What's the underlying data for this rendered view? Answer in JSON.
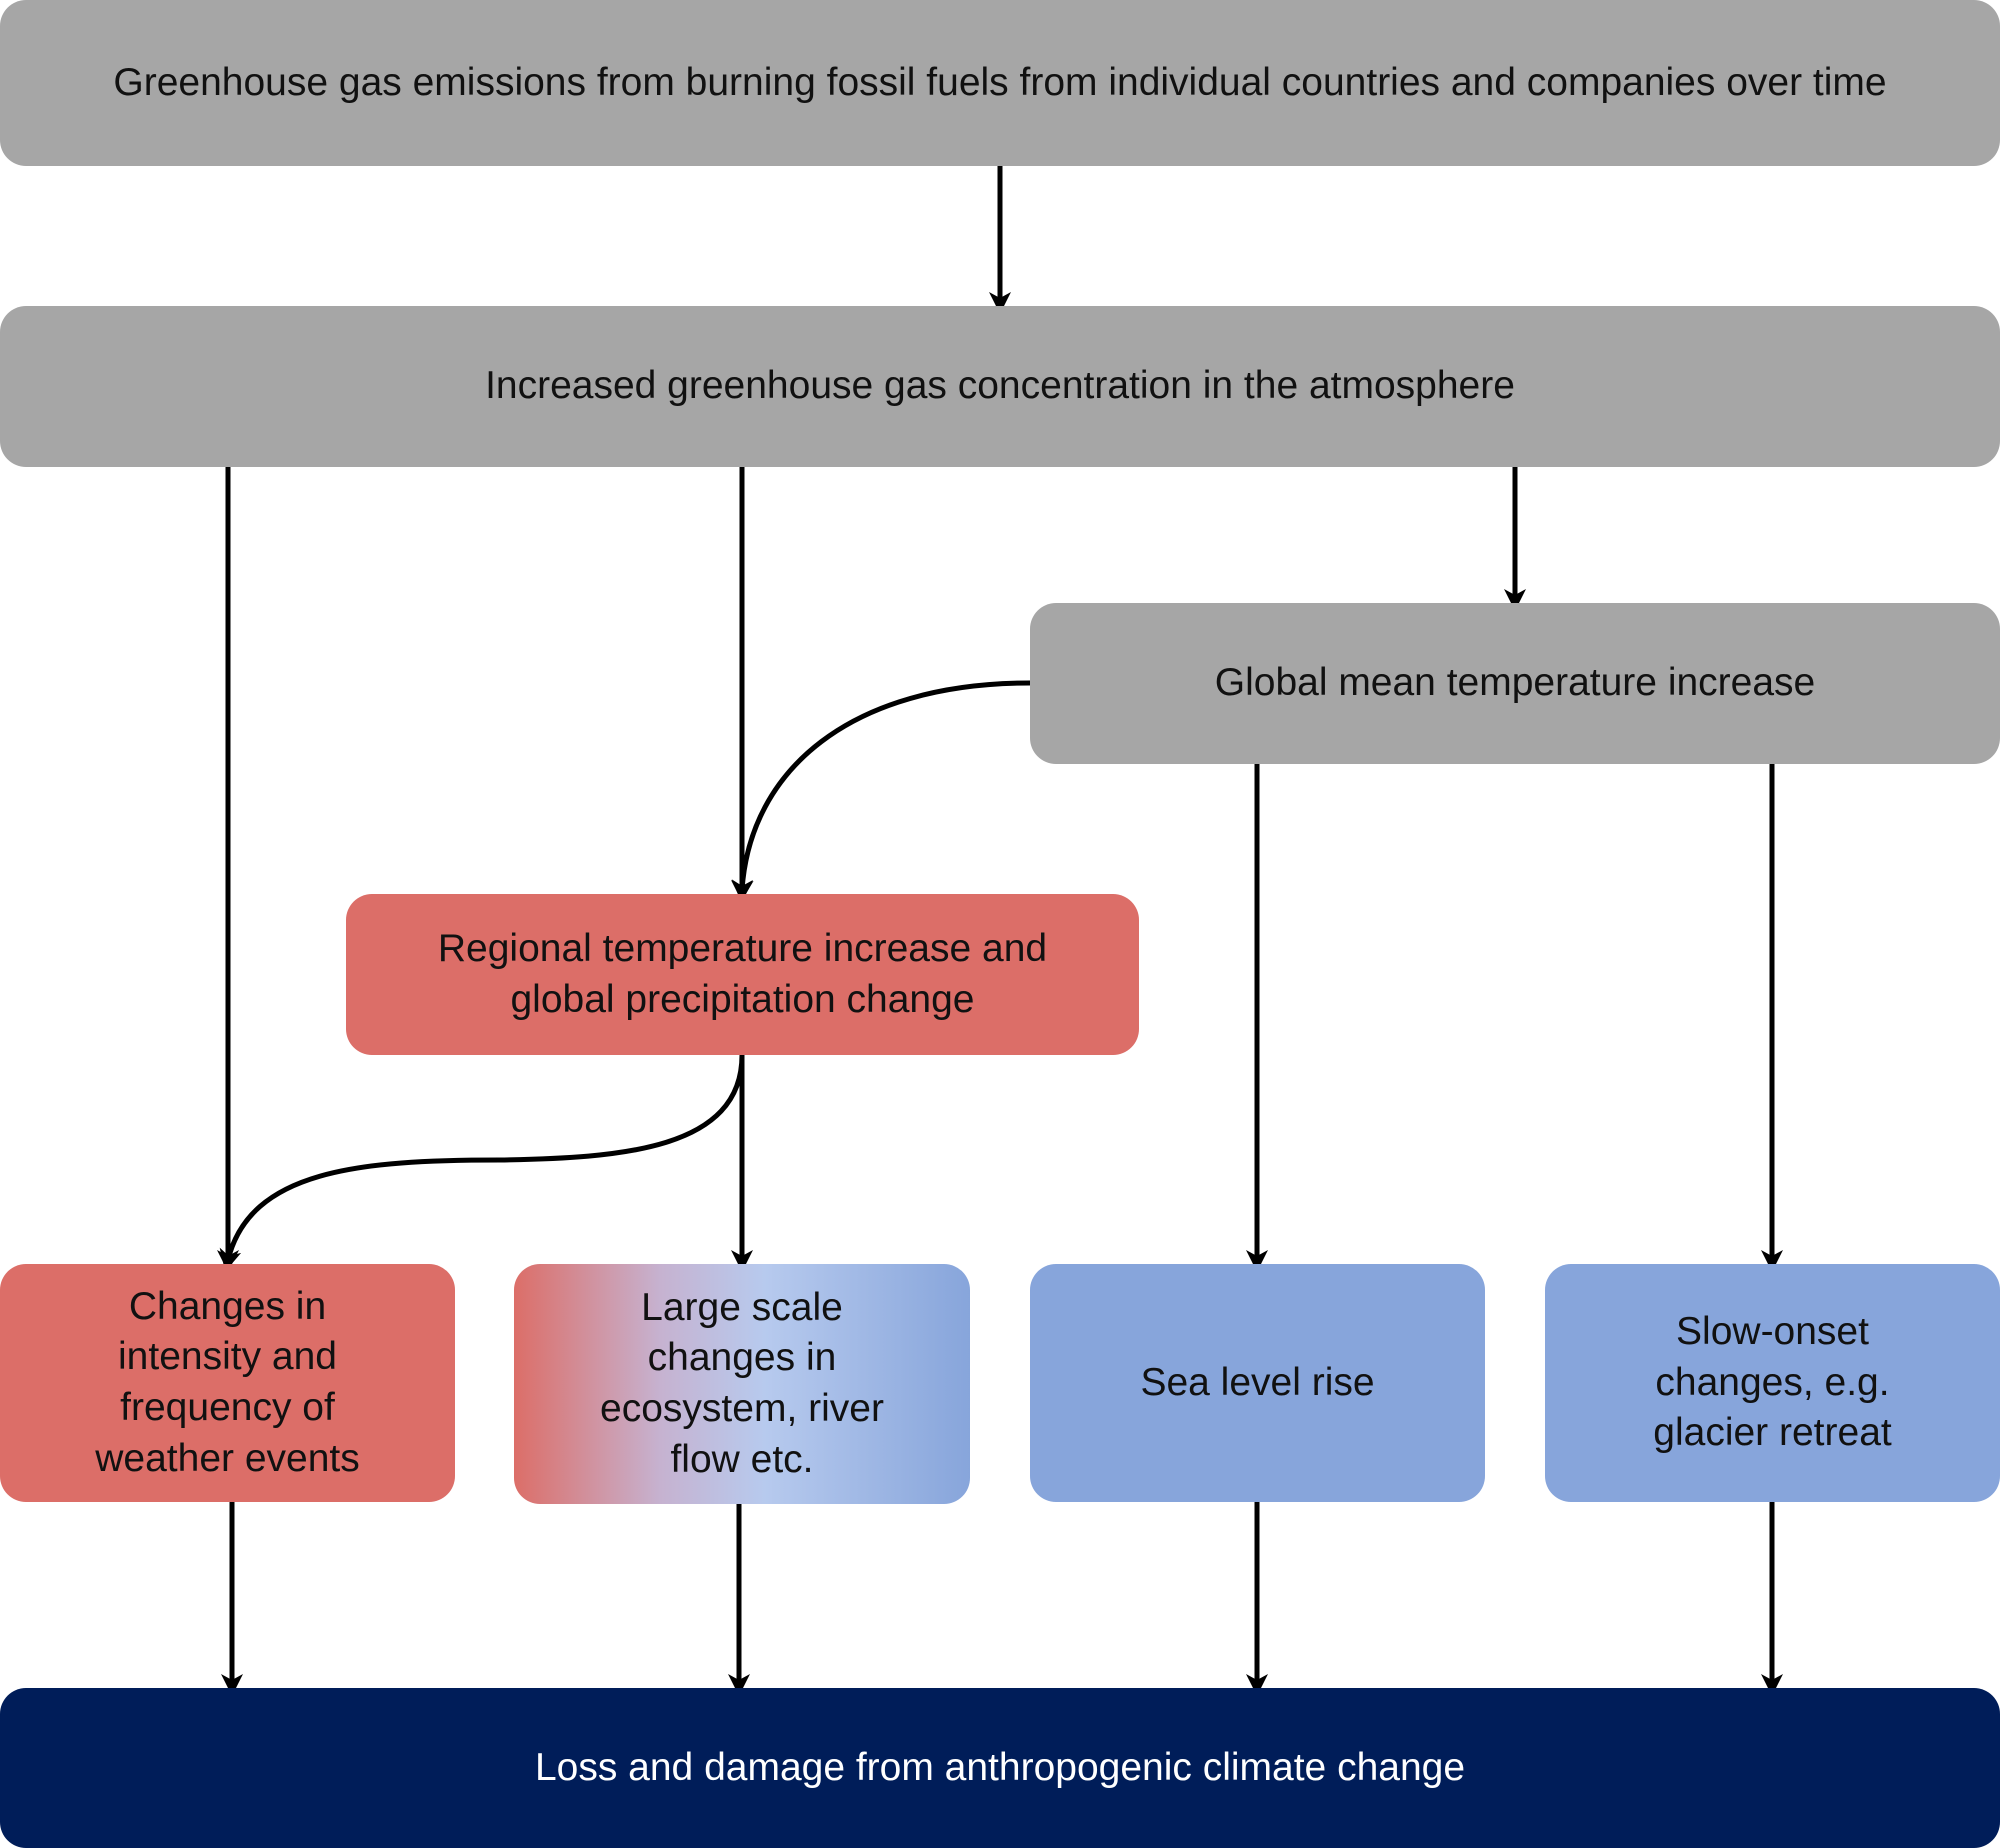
{
  "nodes": {
    "emissions": "Greenhouse gas emissions from burning fossil fuels from individual countries and companies over time",
    "concentration": "Increased greenhouse gas concentration in the atmosphere",
    "global_temp": "Global mean temperature increase",
    "regional": {
      "line1": "Regional temperature increase and",
      "line2": "global precipitation change"
    },
    "weather": {
      "line1": "Changes in",
      "line2": "intensity and",
      "line3": "frequency of",
      "line4": "weather events"
    },
    "large_scale": {
      "line1": "Large scale",
      "line2": "changes in",
      "line3": "ecosystem, river",
      "line4": "flow etc."
    },
    "sea_level": "Sea level rise",
    "slow_onset": {
      "line1": "Slow-onset",
      "line2": "changes, e.g.",
      "line3": "glacier retreat"
    },
    "loss": "Loss and damage from anthropogenic climate change"
  },
  "colors": {
    "grey": "#a6a6a6",
    "red": "#dc6e68",
    "blue": "#87a5db",
    "navy": "#001d59",
    "arrow": "#000000"
  }
}
